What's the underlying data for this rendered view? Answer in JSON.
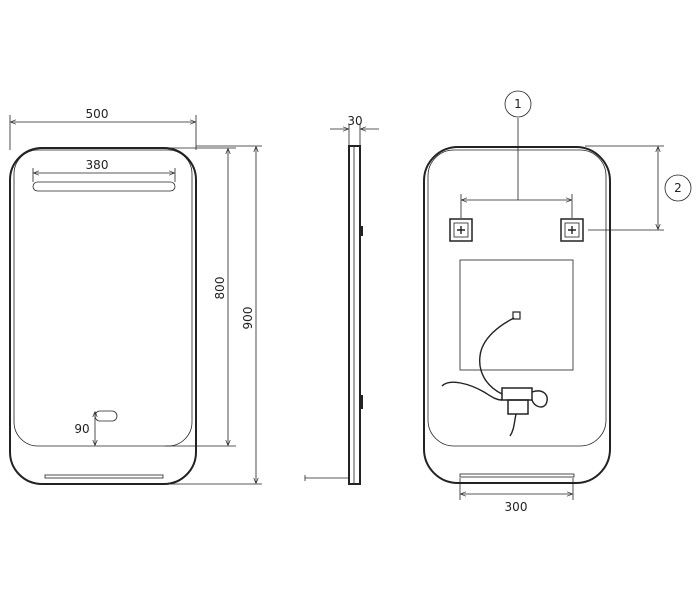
{
  "front_view": {
    "width_label": "500",
    "light_width_label": "380",
    "height_label": "800",
    "total_height_label": "900",
    "sensor_offset_label": "90"
  },
  "side_view": {
    "depth_label": "30"
  },
  "back_view": {
    "callout_1": "1",
    "callout_2": "2",
    "bracket_width_label": "300"
  }
}
